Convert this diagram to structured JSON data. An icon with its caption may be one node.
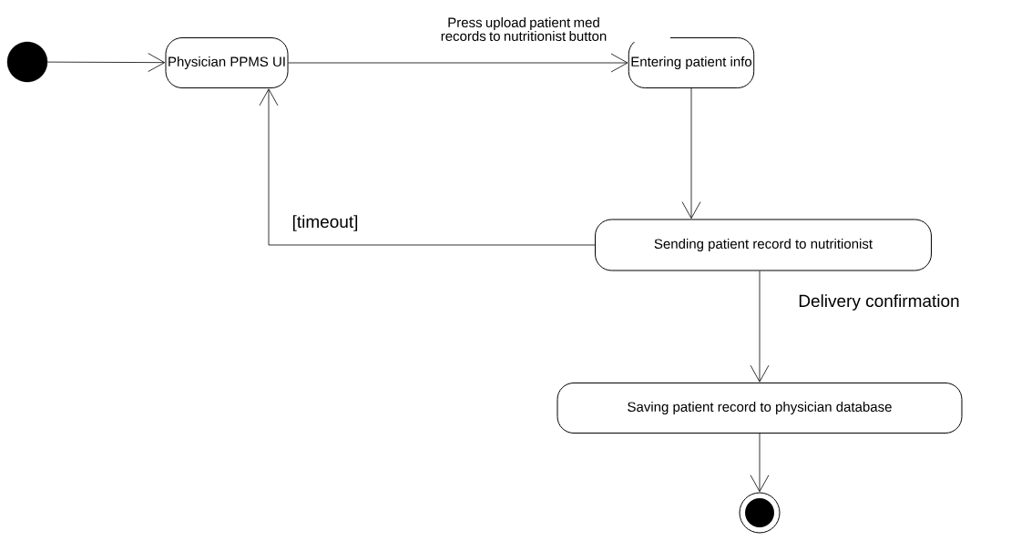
{
  "diagram": {
    "nodes": [
      {
        "text": [],
        "shape": "circle"
      },
      {
        "text": [
          "Physician PPMS UI"
        ]
      },
      {
        "text": [
          "Entering patient info"
        ]
      },
      {
        "text": [
          "Sending patient record to nutritionist"
        ]
      },
      {
        "text": [
          "Saving patient record to physician database"
        ]
      },
      {
        "text": [],
        "shape": "bullseye"
      }
    ],
    "edges": [
      {
        "from": 0,
        "to": 1,
        "arrow": "to"
      },
      {
        "from": 1,
        "to": 2,
        "arrow": "to",
        "label": "Press upload patient med records to nutritionist button"
      },
      {
        "from": 2,
        "to": 3,
        "arrow": "to"
      },
      {
        "from": 3,
        "to": 1,
        "arrow": "to",
        "label": "[timeout]"
      },
      {
        "from": 3,
        "to": 4,
        "arrow": "to",
        "label": "Delivery confirmation"
      },
      {
        "from": 4,
        "to": 5,
        "arrow": "to"
      }
    ]
  }
}
